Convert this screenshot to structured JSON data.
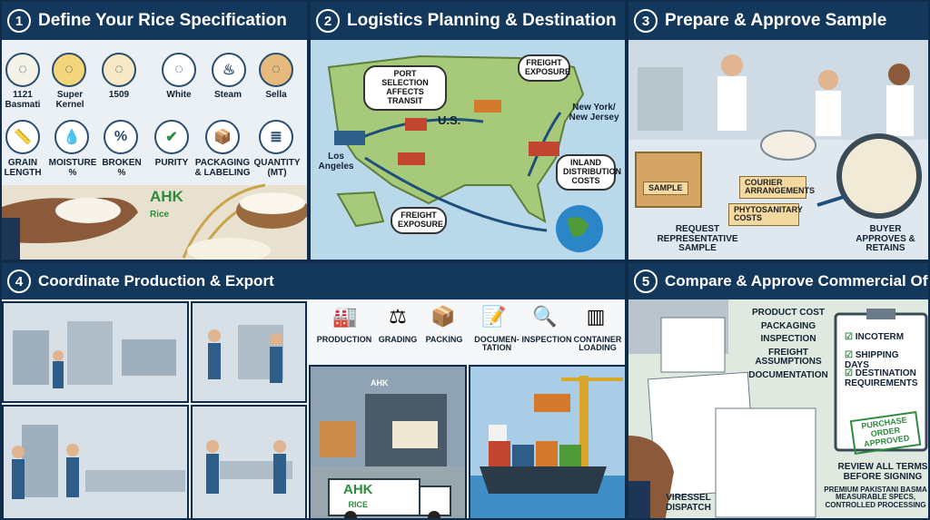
{
  "panels": [
    {
      "number": "1",
      "title": "Define Your Rice Specification"
    },
    {
      "number": "2",
      "title": "Logistics Planning & Destination"
    },
    {
      "number": "3",
      "title": "Prepare & Approve Sample"
    },
    {
      "number": "4",
      "title": "Coordinate Production & Export"
    },
    {
      "number": "5",
      "title": "Compare & Approve Commercial Offer"
    }
  ],
  "spec": {
    "rice_types": [
      "1121 Basmati",
      "Super Kernel",
      "1509",
      "White",
      "Steam",
      "Sella"
    ],
    "criteria": [
      "GRAIN LENGTH",
      "MOISTURE %",
      "BROKEN %",
      "PURITY",
      "PACKAGING & LABELING",
      "QUANTITY (MT)"
    ],
    "brand": "AHK",
    "brand_sub": "Rice"
  },
  "logistics": {
    "country": "U.S.",
    "city_west": "Los Angeles",
    "city_east": "New York/ New Jersey",
    "bubble_port": "PORT SELECTION AFFECTS TRANSIT",
    "bubble_freight_top": "FREIGHT EXPOSURE",
    "bubble_freight_bottom": "FREIGHT EXPOSURE",
    "bubble_inland": "INLAND DISTRIBUTION COSTS"
  },
  "sample": {
    "box_label": "SAMPLE",
    "courier": "COURIER ARRANGEMENTS",
    "phyto": "PHYTOSANITARY COSTS",
    "request": "REQUEST REPRESENTATIVE SAMPLE",
    "buyer": "BUYER APPROVES & RETAINS"
  },
  "production": {
    "steps": [
      "PRODUCTION",
      "GRADING",
      "PACKING",
      "DOCUMEN- TATION",
      "INSPECTION",
      "CONTAINER LOADING"
    ],
    "warehouse_brand": "AHK",
    "truck_brand": "AHK",
    "truck_sub": "RICE"
  },
  "offer": {
    "cost_items": [
      "PRODUCT COST",
      "PACKAGING",
      "INSPECTION",
      "FREIGHT ASSUMPTIONS",
      "DOCUMENTATION"
    ],
    "checklist": [
      "INCOTERM",
      "SHIPPING DAYS",
      "DESTINATION REQUIREMENTS"
    ],
    "stamp": "PURCHASE ORDER APPROVED",
    "review": "REVIEW ALL TERMS BEFORE SIGNING",
    "tagline": "PREMIUM PAKISTANI BASMA MEASURABLE SPECS, CONTROLLED PROCESSING",
    "dispatch": "VIRESSEL DISPATCH"
  }
}
